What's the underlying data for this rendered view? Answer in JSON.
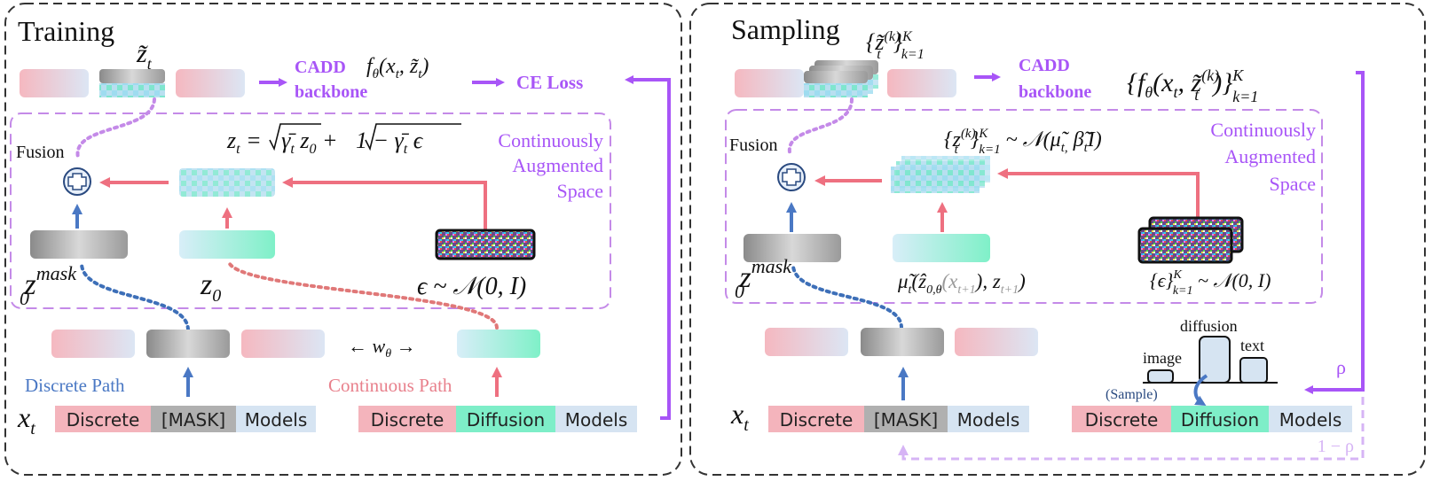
{
  "colors": {
    "purple": "#a855f7",
    "purple_light": "#d6b4f5",
    "pink": "#f0909a",
    "blue_arrow": "#4a78c4",
    "blue_dotted": "#3d6fb8",
    "red_dotted": "#e07878",
    "discrete_pink": "#f4b4bc",
    "mask_gray": "#b0b0b0",
    "models_blue": "#d6e4f2",
    "diffusion_teal": "#7eeec8"
  },
  "training": {
    "title": "Training",
    "z_tilde": "z̃",
    "z_tilde_sub": "t",
    "cadd_formula_f": "f",
    "cadd_formula_theta": "θ",
    "cadd_formula_args": "(x",
    "cadd_formula_t": "t",
    "cadd_formula_rest": ", z̃",
    "cadd_formula_t2": "t",
    "cadd_formula_close": ")",
    "cadd_label": "CADD",
    "backbone_label": "backbone",
    "ce_loss": "CE Loss",
    "zt_lhs": "z",
    "zt_sub": "t",
    "zt_eq": " = ",
    "zt_sqrt1": "γ̄",
    "zt_z0": " z",
    "zt_z0_sub": "0",
    "zt_plus": " + ",
    "zt_sqrt2": "1 − γ̄",
    "zt_eps": " ϵ",
    "continuously": "Continuously",
    "augmented": "Augmented",
    "space": "Space",
    "fusion": "Fusion",
    "z0_mask": "z",
    "z0_mask_sup": "mask",
    "z0_mask_sub": "0",
    "z0": "z",
    "z0_sub": "0",
    "eps_dist": "ϵ ~ 𝒩(0, I)",
    "w_theta": "← w",
    "w_theta_sub": "θ",
    "w_theta_arrow": " →",
    "discrete_path": "Discrete Path",
    "continuous_path": "Continuous Path",
    "xt": "x",
    "xt_sub": "t",
    "row_left": [
      "Discrete",
      "[MASK]",
      "Models"
    ],
    "row_right": [
      "Discrete",
      "Diffusion",
      "Models"
    ]
  },
  "sampling": {
    "title": "Sampling",
    "z_set": "{z̃",
    "z_set_sup": "(k)",
    "z_set_sub": "t",
    "z_set_close": "}",
    "z_set_K": "K",
    "z_set_k1": "k=1",
    "cadd_label": "CADD",
    "backbone_label": "backbone",
    "f_set_open": "{f",
    "f_set_theta": "θ",
    "f_set_args": "(x",
    "f_set_t": "t",
    "f_set_rest": ", z̃",
    "f_set_sup": "(k)",
    "f_set_t2": "t",
    "f_set_close": ")}",
    "f_set_K": "K",
    "f_set_k1": "k=1",
    "z_dist_open": "{z",
    "z_dist_sup": "(k)",
    "z_dist_sub": "t",
    "z_dist_close": "}",
    "z_dist_K": "K",
    "z_dist_k1": "k=1",
    "z_dist_rest": " ~ 𝒩(μ̃",
    "z_dist_mu_sub": "t,",
    "z_dist_beta": " β̃",
    "z_dist_beta_sub": "t",
    "z_dist_I": "I)",
    "continuously": "Continuously",
    "augmented": "Augmented",
    "space": "Space",
    "fusion": "Fusion",
    "z0_mask": "z",
    "z0_mask_sup": "mask",
    "z0_mask_sub": "0",
    "mu_label": "μ̃",
    "mu_sub": "t",
    "mu_args": "(ẑ",
    "mu_args_sub": "0,θ",
    "mu_x": "(x",
    "mu_x_sub": "t+1",
    "mu_comma": "), z",
    "mu_z_sub": "t+1",
    "mu_close": ")",
    "eps_set": "{ϵ}",
    "eps_set_K": "K",
    "eps_set_k1": "k=1",
    "eps_dist": " ~ 𝒩(0, I)",
    "hist_labels": [
      "image",
      "diffusion",
      "text"
    ],
    "sample_label": "(Sample)",
    "rho": "ρ",
    "one_minus_rho": "1 − ρ",
    "xt": "x",
    "xt_sub": "t",
    "row_left": [
      "Discrete",
      "[MASK]",
      "Models"
    ],
    "row_right": [
      "Discrete",
      "Diffusion",
      "Models"
    ]
  }
}
